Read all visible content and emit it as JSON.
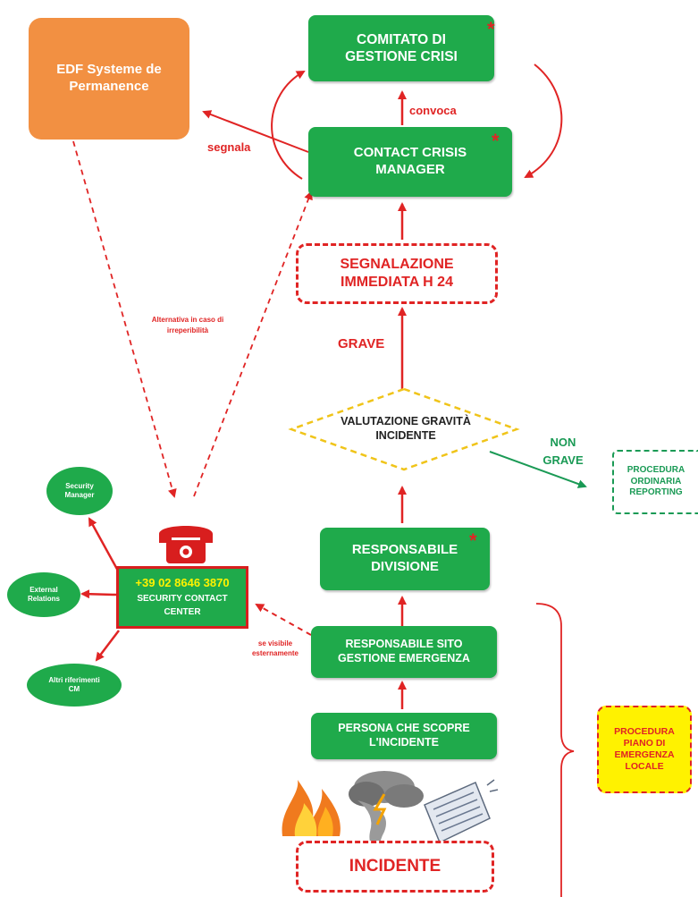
{
  "nodes": {
    "edf": "EDF Systeme de Permanence",
    "comitato": "COMITATO DI GESTIONE CRISI",
    "ccm": "CONTACT CRISIS MANAGER",
    "segnalazione": "SEGNALAZIONE IMMEDIATA H 24",
    "valutazione": "VALUTAZIONE GRAVITÀ INCIDENTE",
    "procedura_ordinaria": "PROCEDURA ORDINARIA REPORTING",
    "resp_divisione": "RESPONSABILE DIVISIONE",
    "resp_sito": "RESPONSABILE SITO GESTIONE EMERGENZA",
    "persona": "PERSONA CHE SCOPRE L'INCIDENTE",
    "incidente": "INCIDENTE",
    "procedura_piano": "PROCEDURA PIANO DI EMERGENZA LOCALE",
    "security_center_phone": "+39 02 8646 3870",
    "security_center_label": "SECURITY CONTACT CENTER",
    "security_manager": "Security Manager",
    "external_relations": "External Relations",
    "altri_riferimenti": "Altri riferimenti CM"
  },
  "labels": {
    "convoca": "convoca",
    "segnala": "segnala",
    "grave": "GRAVE",
    "non_grave": "NON GRAVE",
    "alternativa": "Alternativa in caso di irreperibilità",
    "se_visibile": "se visibile esternamente",
    "asterisk": "*"
  },
  "colors": {
    "green": "#1faa4b",
    "red": "#e02424",
    "orange": "#f29042",
    "yellow_dashed": "#f0c419",
    "green_dashed": "#1a9a55",
    "yellow_fill": "#fff200"
  },
  "icons": [
    "telephone-icon",
    "fire-icon",
    "storm-icon",
    "newspaper-icon"
  ]
}
